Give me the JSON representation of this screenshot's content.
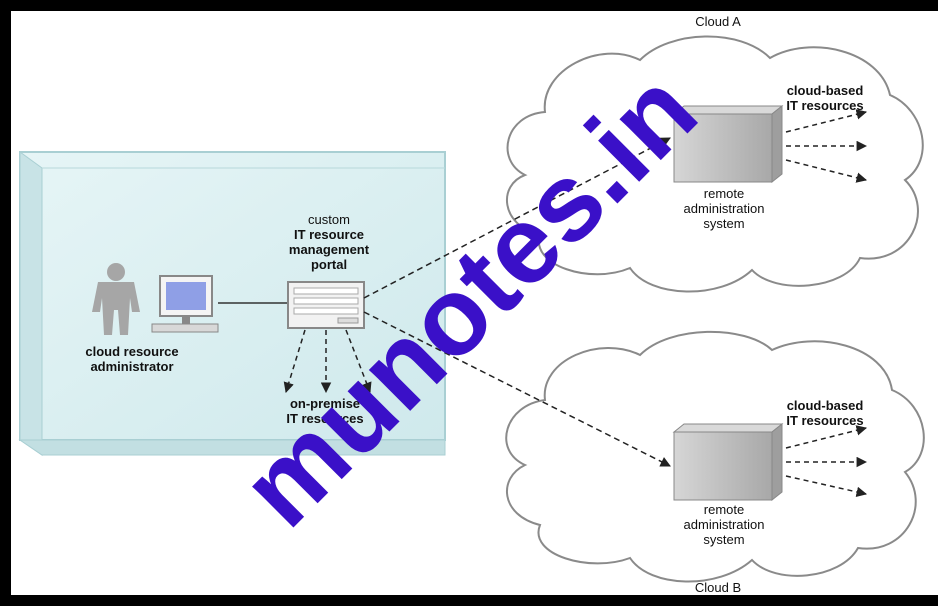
{
  "clouds": {
    "a": {
      "name": "Cloud A"
    },
    "b": {
      "name": "Cloud B"
    }
  },
  "labels": {
    "cloud_based_it_resources": [
      "cloud-based",
      "IT resources"
    ],
    "remote_admin_system": [
      "remote",
      "administration",
      "system"
    ],
    "portal": [
      "custom",
      "IT resource",
      "management",
      "portal"
    ],
    "on_premise": [
      "on-premise",
      "IT resources"
    ],
    "administrator": [
      "cloud resource",
      "administrator"
    ]
  },
  "watermark": "munotes.in",
  "colors": {
    "on_premise_box": "#d8eef0",
    "cloud_stroke": "#8a8a8a",
    "server_fill": "#bdbdbd",
    "person_fill": "#a6a6a6",
    "monitor_screen": "#8f9fe6",
    "watermark": "#3a10c8"
  }
}
